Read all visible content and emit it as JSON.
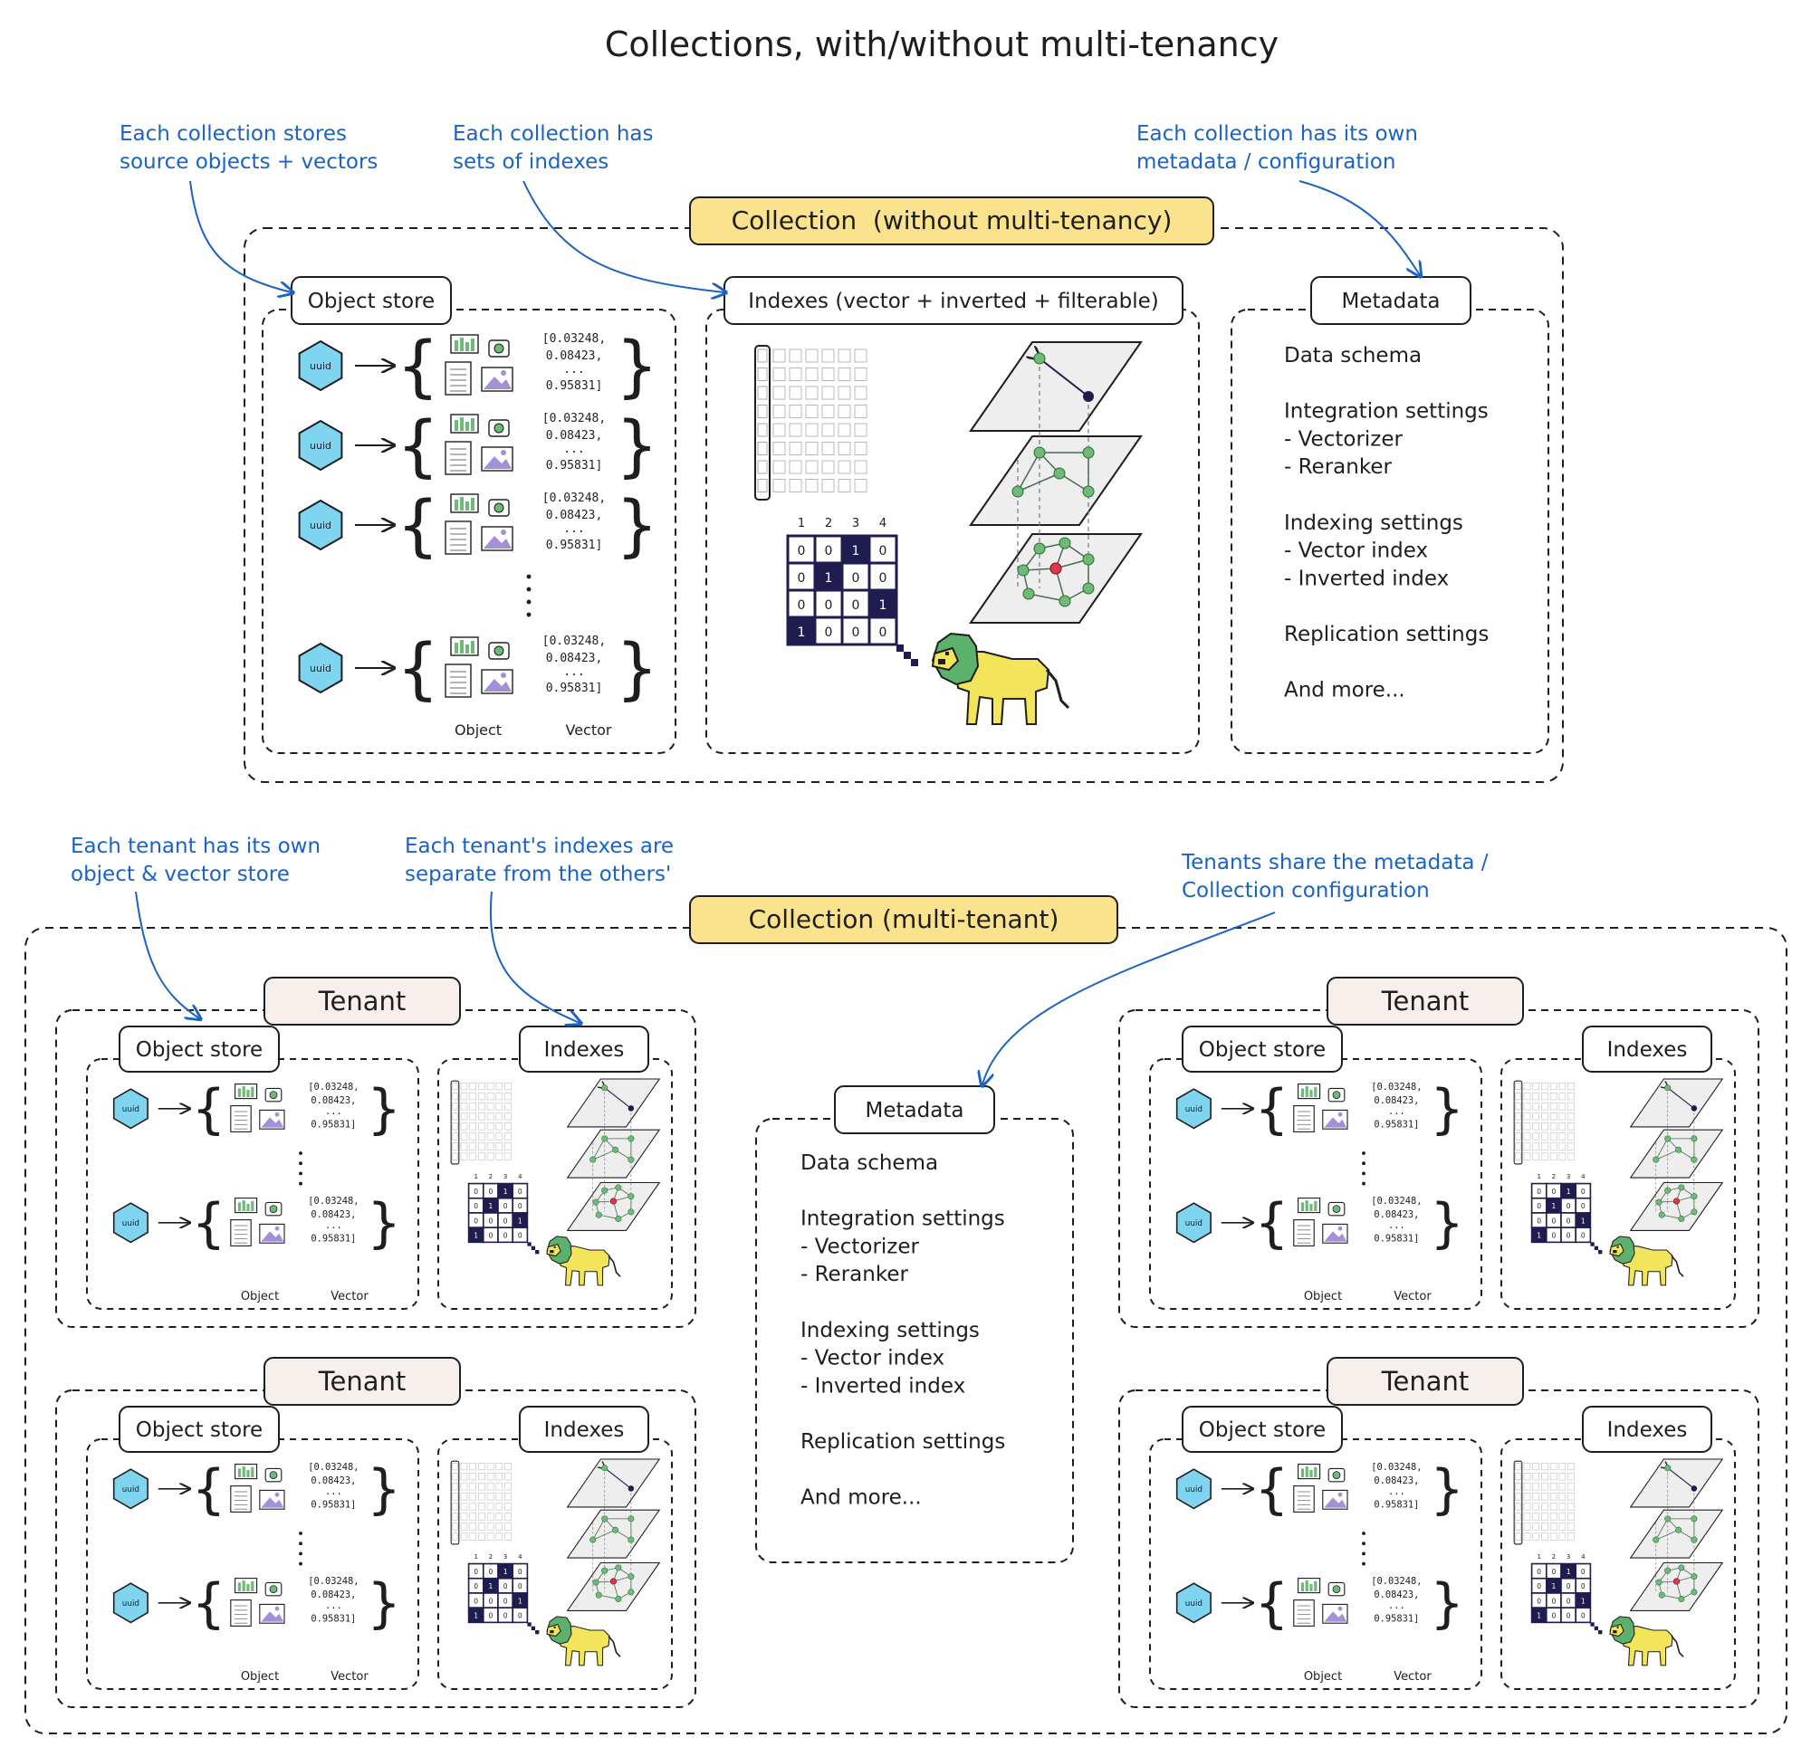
{
  "title": "Collections, with/without multi-tenancy",
  "top": {
    "collection_label": "Collection  (without multi-tenancy)",
    "object_store_label": "Object store",
    "indexes_label": "Indexes (vector + inverted + filterable)",
    "metadata_label": "Metadata",
    "annotations": {
      "objects": [
        "Each collection stores",
        "source objects + vectors"
      ],
      "indexes": [
        "Each collection has",
        "sets of indexes"
      ],
      "metadata": [
        "Each collection has its own",
        "metadata / configuration"
      ]
    }
  },
  "bottom": {
    "collection_label": "Collection (multi-tenant)",
    "tenant_label": "Tenant",
    "object_store_label": "Object store",
    "indexes_label": "Indexes",
    "metadata_label": "Metadata",
    "annotations": {
      "objects": [
        "Each tenant has its own",
        "object & vector store"
      ],
      "indexes": [
        "Each tenant's indexes are",
        "separate from the others'"
      ],
      "metadata": [
        "Tenants share the metadata /",
        "Collection configuration"
      ]
    }
  },
  "object_row": {
    "uuid": "uuid",
    "vector_lines": [
      "[0.03248,",
      "0.08423,",
      "...",
      "0.95831]"
    ]
  },
  "object_caption": "Object",
  "vector_caption": "Vector",
  "bitmap": {
    "columns": [
      "1",
      "2",
      "3",
      "4"
    ],
    "rows": [
      [
        "0",
        "0",
        "1",
        "0"
      ],
      [
        "0",
        "1",
        "0",
        "0"
      ],
      [
        "0",
        "0",
        "0",
        "1"
      ],
      [
        "1",
        "0",
        "0",
        "0"
      ]
    ]
  },
  "metadata_lines": [
    "Data schema",
    "",
    "Integration settings",
    "- Vectorizer",
    "- Reranker",
    "",
    "Indexing settings",
    "- Vector index",
    "- Inverted index",
    "",
    "Replication settings",
    "",
    "And more..."
  ],
  "colors": {
    "ink": "#1e1e1e",
    "annotation": "#1a63c2",
    "collection_tag": "#fbe38e",
    "tenant_tag": "#f7efec",
    "uuid_hex": "#7fd4f0",
    "bitmap_dark": "#1f1d4f",
    "graph_node": "#6dbb76",
    "graph_entry_node": "#e0364c",
    "lion_yellow": "#f2e55b",
    "lion_green": "#5cb26c"
  }
}
